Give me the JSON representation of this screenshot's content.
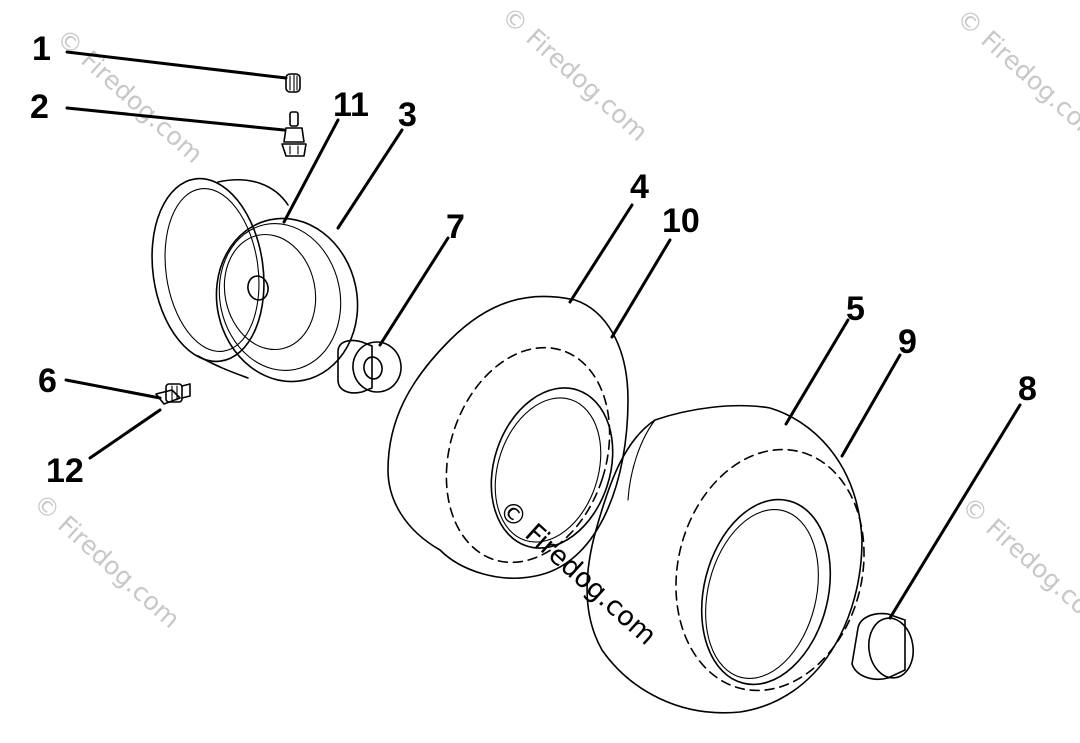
{
  "callouts": [
    {
      "id": "1",
      "label": "1"
    },
    {
      "id": "2",
      "label": "2"
    },
    {
      "id": "11",
      "label": "11"
    },
    {
      "id": "3",
      "label": "3"
    },
    {
      "id": "7",
      "label": "7"
    },
    {
      "id": "4",
      "label": "4"
    },
    {
      "id": "10",
      "label": "10"
    },
    {
      "id": "5",
      "label": "5"
    },
    {
      "id": "9",
      "label": "9"
    },
    {
      "id": "8",
      "label": "8"
    },
    {
      "id": "6",
      "label": "6"
    },
    {
      "id": "12",
      "label": "12"
    }
  ],
  "watermark": {
    "text": "© Firedog.com",
    "color": "#c8c8c8",
    "center_color": "#000000"
  },
  "colors": {
    "line": "#000000",
    "background": "#ffffff"
  }
}
